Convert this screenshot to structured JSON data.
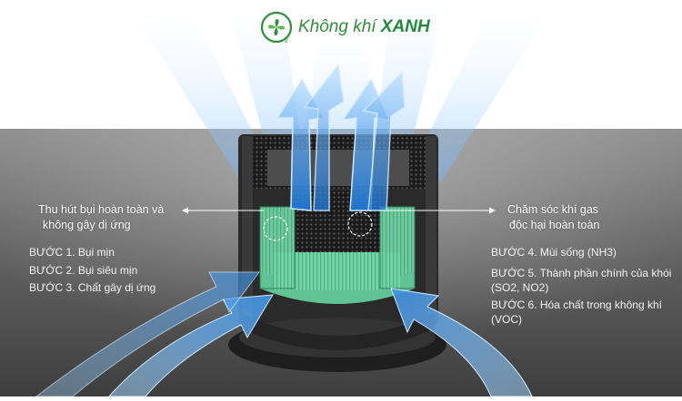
{
  "logo": {
    "text_light": "Không khí ",
    "text_bold": "XANH",
    "brand_color": "#2f8f3a"
  },
  "left_callout": {
    "line1": "Thu hút bụi hoàn toàn và",
    "line2": "không gây dị ứng"
  },
  "right_callout": {
    "line1": "Chăm sóc khí gas",
    "line2": "độc hại hoàn toàn"
  },
  "left_steps": [
    "BƯỚC 1. Bụi mịn",
    "BƯỚC 2. Bụi siêu mịn",
    "BƯỚC 3. Chất gây dị ứng"
  ],
  "right_steps": [
    "BƯỚC 4. Mùi sống (NH3)",
    "BƯỚC 5. Thành phần chính của khói",
    "(SO2, NO2)",
    "BƯỚC 6. Hóa chất trong không khí",
    "(VOC)"
  ]
}
